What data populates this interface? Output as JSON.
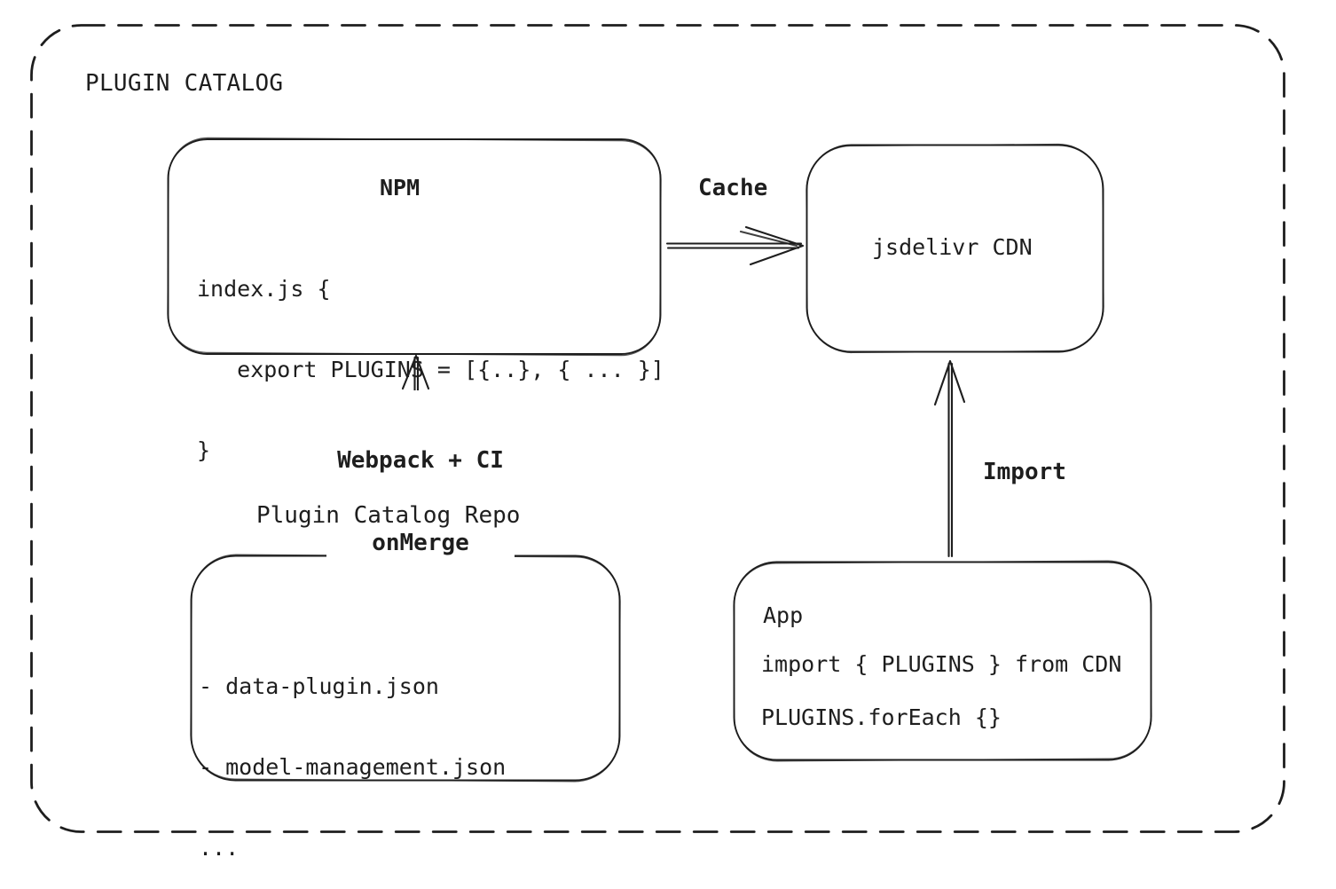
{
  "diagram": {
    "title": "PLUGIN CATALOG",
    "colors": {
      "stroke": "#1e1e1e",
      "background": "#ffffff"
    },
    "nodes": {
      "npm": {
        "title": "NPM",
        "code": [
          "index.js {",
          "   export PLUGINS = [{..}, { ... }]",
          "}"
        ]
      },
      "cdn": {
        "label": "jsdelivr CDN"
      },
      "repo": {
        "heading": "Plugin Catalog Repo",
        "items": [
          "- data-plugin.json",
          "- model-management.json",
          "..."
        ]
      },
      "app": {
        "title": "App",
        "code": [
          "import { PLUGINS } from CDN",
          "PLUGINS.forEach {}"
        ]
      }
    },
    "edges": {
      "cache": {
        "label": "Cache",
        "from": "npm",
        "to": "cdn"
      },
      "build": {
        "label_lines": [
          "Webpack + CI",
          "onMerge"
        ],
        "from": "repo",
        "to": "npm"
      },
      "import": {
        "label": "Import",
        "from": "app",
        "to": "cdn"
      }
    }
  }
}
